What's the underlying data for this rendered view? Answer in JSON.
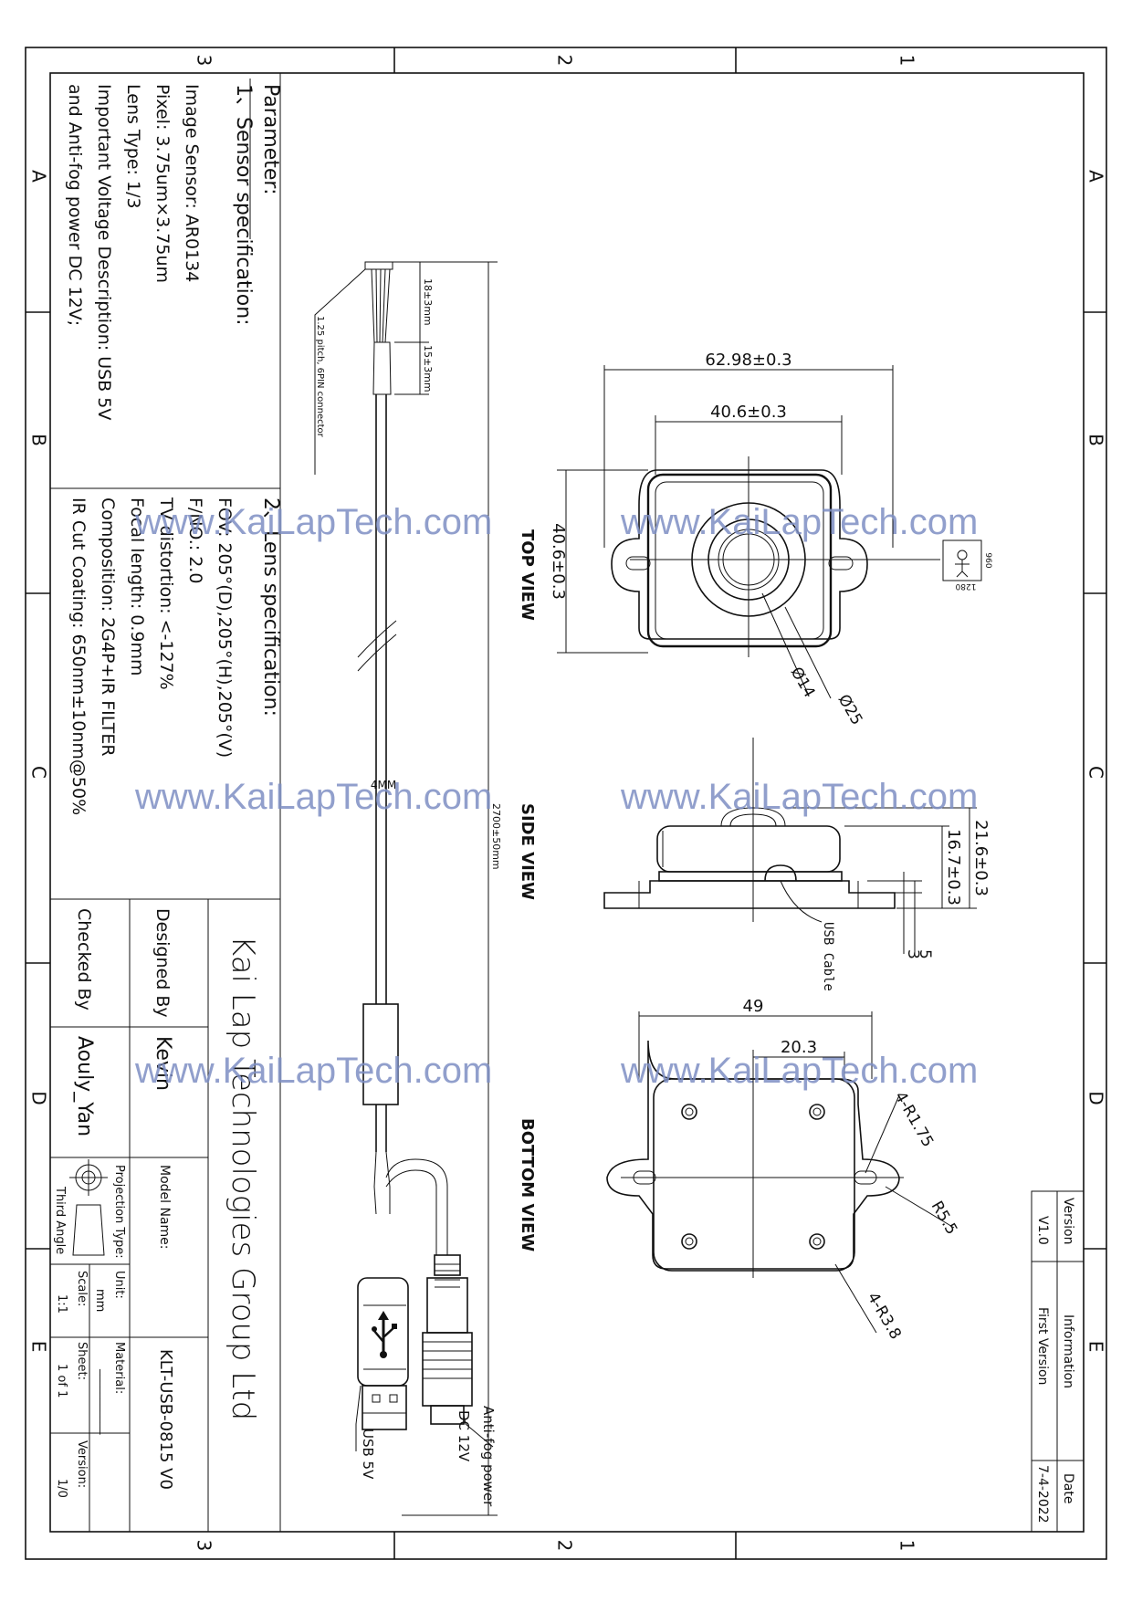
{
  "frame": {
    "columns": [
      "3",
      "2",
      "1"
    ],
    "rows": [
      "A",
      "B",
      "C",
      "D",
      "E"
    ]
  },
  "parameters": {
    "heading": "Parameter:",
    "sensor": {
      "title": "1、Sensor specification:",
      "lines": [
        "Image Sensor: AR0134",
        "Pixel: 3.75um×3.75um",
        "Lens Type: 1/3",
        "Important Voltage Description: USB 5V",
        "and Anti-fog power DC 12V;"
      ]
    },
    "lens": {
      "title": "2、Lens specification:",
      "lines": [
        "FOV: 205°(D),205°(H),205°(V)",
        "F/NO.: 2.0",
        "TV distortion: <-127%",
        "Focal length: 0.9mm",
        "Composition: 2G4P+IR FILTER",
        "IR Cut Coating: 650nm±10nm@50%"
      ]
    }
  },
  "title_block": {
    "company": "Kai Lap Technologies Group Ltd",
    "designed_by_label": "Designed By",
    "designed_by": "Kevin",
    "checked_by_label": "Checked By",
    "checked_by": "Aouly_Yan",
    "model_name_label": "Model Name:",
    "model_name": "KLT-USB-0815 V0",
    "projection_label": "Projection Type:",
    "projection": "Third Angle",
    "unit_label": "Unit:",
    "unit": "mm",
    "material_label": "Material:",
    "material": "___________",
    "scale_label": "Scale:",
    "scale": "1:1",
    "sheet_label": "Sheet:",
    "sheet": "1 of 1",
    "version_label": "Version:",
    "version": "1/0"
  },
  "revision_table": {
    "headers": [
      "Version",
      "Information",
      "Date"
    ],
    "rows": [
      [
        "V1.0",
        "First Version",
        "7-4-2022"
      ]
    ]
  },
  "cable": {
    "connector_note": "1.25 pitch, 6PIN connector",
    "dim_wires": "18±3mm",
    "dim_sleeve": "15±3mm",
    "diameter": "4MM",
    "length": "2700±50mm",
    "usb_label": "USB 5V",
    "dc_label": "DC 12V",
    "antifog_label": "Anti-fog power"
  },
  "views": {
    "top": "TOP VIEW",
    "side": "SIDE VIEW",
    "bottom": "BOTTOM VIEW"
  },
  "dimensions": {
    "top_width_outer": "62.98±0.3",
    "top_width_inner": "40.6±0.3",
    "top_height": "40.6±0.3",
    "lens_outer": "Ø25",
    "lens_inner": "Ø14",
    "side_total": "21.6±0.3",
    "side_body": "16.7±0.3",
    "side_5": "5",
    "side_3": "3",
    "usb_cable": "USB Cable",
    "bottom_width": "49",
    "bottom_hole_pitch": "20.3",
    "slot_radius": "4-R1.75",
    "ear_radius": "R5.5",
    "corner_radius": "4-R3.8"
  },
  "resolution_icon": {
    "w": "1280",
    "h": "960"
  },
  "watermark": "www.KaiLapTech.com"
}
